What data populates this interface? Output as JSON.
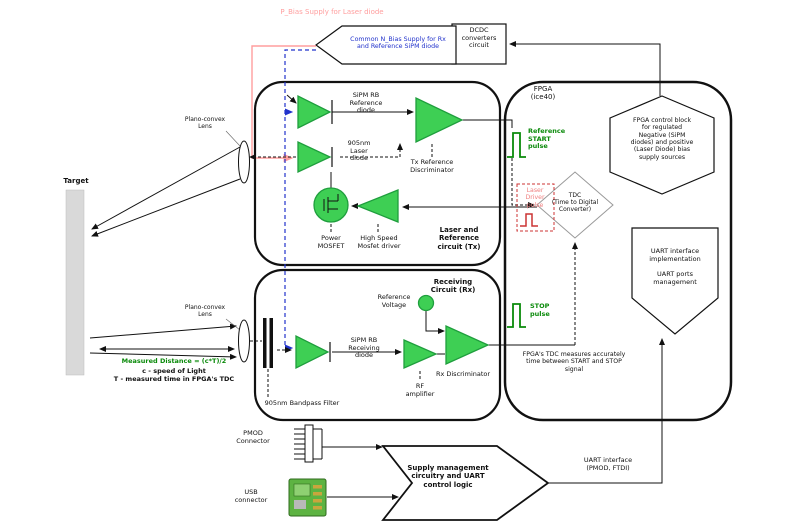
{
  "colors": {
    "green_fill": "#3ecf54",
    "green_stroke": "#1f9e3d",
    "pulse_green": "#0a8a0a",
    "pink": "#ff9e9e",
    "blue": "#2233cc",
    "red": "#cc3333",
    "target_gray": "#d9d9d9"
  },
  "labels": {
    "p_bias": "P_Bias Supply for Laser diode",
    "n_bias": "Common N_Bias Supply for Rx\nand Reference SiPM diode",
    "dcdc": "DCDC\nconverters\ncircuit",
    "fpga_title": "FPGA\n(ice40)",
    "sipm_ref": "SiPM RB\nReference\ndiode",
    "laser_diode": "905nm\nLaser\ndiode",
    "tx_discriminator": "Tx Reference\nDiscriminator",
    "power_mosfet": "Power\nMOSFET",
    "mosfet_driver": "High Speed\nMosfet driver",
    "tx_circuit": "Laser and\nReference\ncircuit (Tx)",
    "rx_circuit": "Receiving\nCircuit (Rx)",
    "ref_voltage": "Reference\nVoltage",
    "sipm_rx": "SiPM RB\nReceiving\ndiode",
    "rf_amp": "RF\namplifier",
    "rx_discriminator": "Rx Discriminator",
    "start_pulse": "Reference\nSTART\npulse",
    "stop_pulse": "STOP\npulse",
    "laser_pulse": "Laser\nDriver\npulse",
    "tdc": "TDC\n(Time to Digital\nConverter)",
    "fpga_ctrl": "FPGA control block\nfor regulated\nNegative (SiPM\ndiodes) and positive\n(Laser Diode) bias\nsupply sources",
    "uart_block": "UART interface\nimplementation\n\nUART ports\nmanagement",
    "tdc_note": "FPGA's TDC measures accurately\ntime between START and STOP\nsignal",
    "target": "Target",
    "lens1": "Plano-convex\nLens",
    "lens2": "Plano-convex\nLens",
    "measured_green": "Measured Distance = (c*T)/2",
    "measured_black": "c - speed of Light\nT - measured time in FPGA's TDC",
    "bandpass": "905nm Bandpass Filter",
    "pmod": "PMOD\nConnector",
    "usb": "USB\nconnector",
    "supply": "Supply management\ncircuitry and UART\ncontrol logic",
    "uart_iface": "UART interface\n(PMOD, FTDI)"
  }
}
